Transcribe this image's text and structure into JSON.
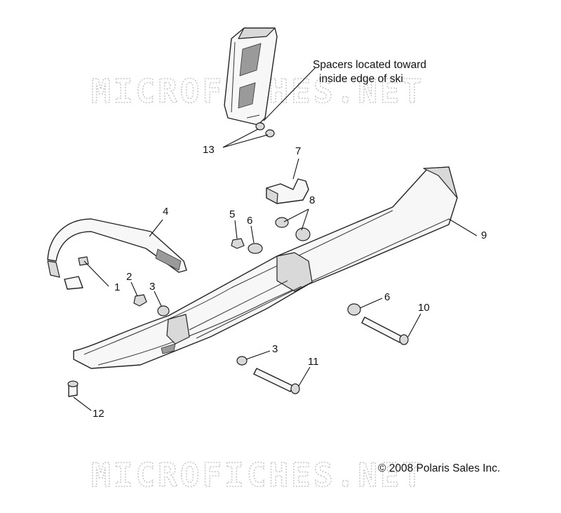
{
  "diagram": {
    "note": {
      "line1": "Spacers located toward",
      "line2": "inside edge of ski"
    },
    "copyright": "© 2008 Polaris Sales Inc.",
    "watermark": "MICROFICHES.NET",
    "callouts": {
      "c1": "1",
      "c2": "2",
      "c3a": "3",
      "c3b": "3",
      "c4": "4",
      "c5": "5",
      "c6a": "6",
      "c6b": "6",
      "c7": "7",
      "c8": "8",
      "c9": "9",
      "c10": "10",
      "c11": "11",
      "c12": "12",
      "c13": "13"
    }
  }
}
